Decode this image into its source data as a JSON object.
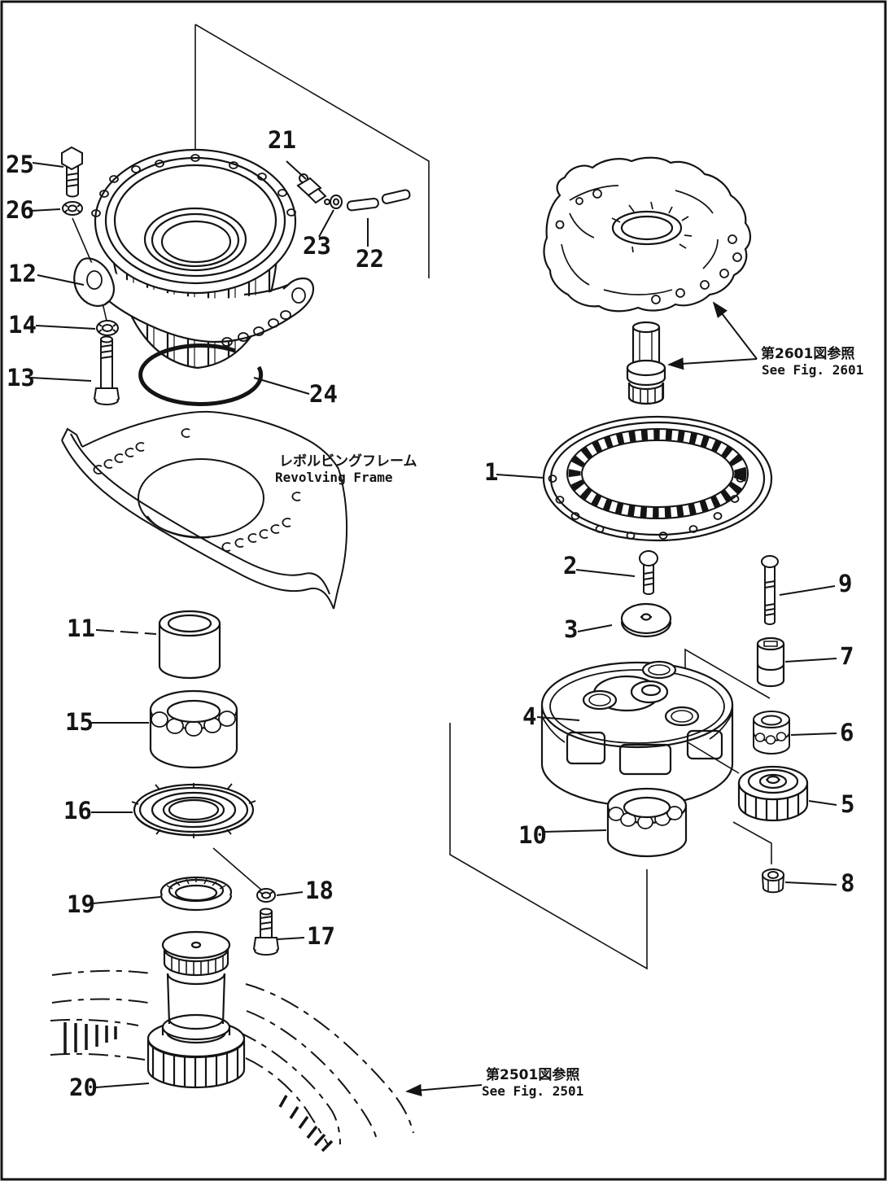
{
  "drawing": {
    "type": "exploded-parts-diagram",
    "background": "#ffffff",
    "ink": "#141414"
  },
  "parts": {
    "p1": "1",
    "p2": "2",
    "p3": "3",
    "p4": "4",
    "p5": "5",
    "p6": "6",
    "p7": "7",
    "p8": "8",
    "p9": "9",
    "p10": "10",
    "p11": "11",
    "p12": "12",
    "p13": "13",
    "p14": "14",
    "p15": "15",
    "p16": "16",
    "p17": "17",
    "p18": "18",
    "p19": "19",
    "p20": "20",
    "p21": "21",
    "p22": "22",
    "p23": "23",
    "p24": "24",
    "p25": "25",
    "p26": "26"
  },
  "annotations": {
    "revolving_frame_jp": "レボルビングフレーム",
    "revolving_frame_en": "Revolving Frame",
    "see_fig_2601_jp": "第2601図参照",
    "see_fig_2601_en": "See Fig. 2601",
    "see_fig_2501_jp": "第2501図参照",
    "see_fig_2501_en": "See Fig. 2501"
  }
}
